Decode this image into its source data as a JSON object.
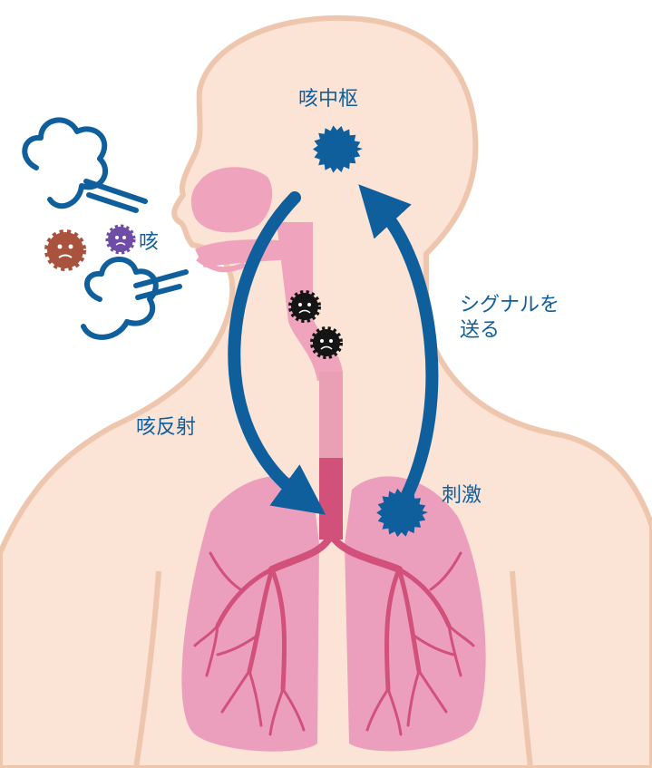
{
  "labels": {
    "cough_center": "咳中枢",
    "cough": "咳",
    "signal_line1": "シグナルを",
    "signal_line2": "送る",
    "reflex": "咳反射",
    "stimulus": "刺激"
  },
  "colors": {
    "skin": "#fbe3d6",
    "skin_outline": "#eec6ae",
    "airway": "#f0a3bc",
    "trachea_lower": "#e98fae",
    "bronchi": "#d2517b",
    "lung": "#ec9fbd",
    "accent_blue": "#0f5f9c",
    "virus_brown": "#a9523e",
    "virus_purple": "#6f4da6",
    "virus_black": "#151515",
    "text": "#0f5f9c"
  },
  "icons": [
    "cough-cloud-icon",
    "virus-icon",
    "starburst-icon",
    "arrow-icon"
  ]
}
